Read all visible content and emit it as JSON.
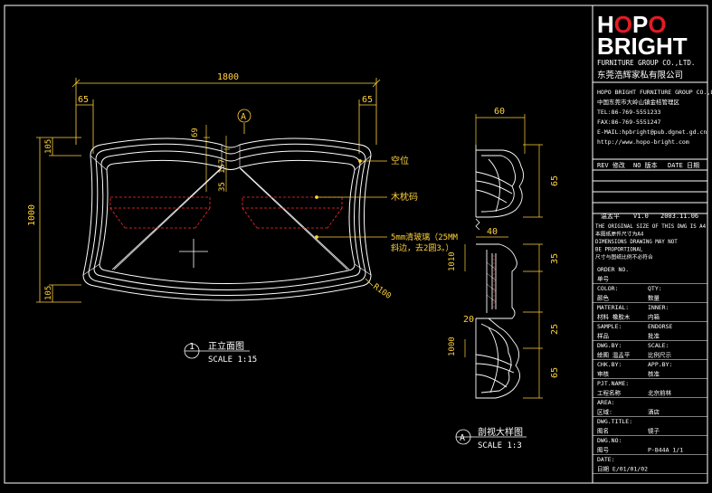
{
  "brand": {
    "logo_line1": "HOPO",
    "logo_line2": "BRIGHT",
    "company_en": "FURNITURE GROUP CO.,LTD.",
    "company_cn": "东莞浩辉家私有限公司",
    "info_lines": [
      "HOPO BRIGHT FURNITURE GROUP CO.,LTD.",
      "中国东莞市大岭山镇金桔管理区",
      "TEL:86-769-5551233",
      "FAX:86-769-5551247",
      "E-MAIL:hpbright@pub.dgnet.gd.cn",
      "http://www.hopo-bright.com"
    ]
  },
  "title_block": {
    "rev_header": [
      "REV 修改",
      "NO 版本",
      "DATE 日期"
    ],
    "rev_row": [
      "温孟平",
      "V1.0",
      "2003.11.06"
    ],
    "notes": [
      "THE ORIGINAL SIZE OF THIS DWG IS A4",
      "本图纸原件尺寸为A4",
      "DIMENSIONS DRAWING MAY NOT",
      "BE PROPORTIONAL",
      "尺寸与图纸比例不必符合"
    ],
    "fields": [
      {
        "label": "ORDER NO.",
        "value": ""
      },
      {
        "label": "单号",
        "value": ""
      },
      {
        "label": "COLOR:",
        "value": "QTY:"
      },
      {
        "label": "颜色",
        "value": "数量"
      },
      {
        "label": "MATERIAL:",
        "value": "INNER:"
      },
      {
        "label": "材料 橡胶木",
        "value": "内箱"
      },
      {
        "label": "SAMPLE:",
        "value": "ENDORSE"
      },
      {
        "label": "样品",
        "value": "批准"
      },
      {
        "label": "DWG.BY:",
        "value": "SCALE:"
      },
      {
        "label": "绘图 温孟平",
        "value": "比例尺示"
      },
      {
        "label": "CHK.BY:",
        "value": "APP.BY:"
      },
      {
        "label": "审核",
        "value": "核准"
      },
      {
        "label": "PJT.NAME:",
        "value": ""
      },
      {
        "label": "工程名称",
        "value": "北京前林"
      },
      {
        "label": "AREA:",
        "value": ""
      },
      {
        "label": "区域:",
        "value": "酒店"
      },
      {
        "label": "DWG.TITLE:",
        "value": ""
      },
      {
        "label": "图名",
        "value": "镜子"
      },
      {
        "label": "DWG.NO:",
        "value": ""
      },
      {
        "label": "图号",
        "value": "P-B44A     1/1"
      },
      {
        "label": "DATE:",
        "value": ""
      },
      {
        "label": "日期 E/01/01/02",
        "value": ""
      }
    ]
  },
  "front_view": {
    "dim_width": "1800",
    "dim_left": "65",
    "dim_right": "65",
    "dim_height": "1000",
    "dim_top_left": "105",
    "dim_bottom_left": "105",
    "dim_center_a": "69",
    "dim_center_b": "157",
    "dim_center_c": "35",
    "radius_label": "R100",
    "section_marker": "A",
    "callouts": [
      "空位",
      "木枕码",
      "5mm清玻璃（25MM",
      "斜边，去2圆3。）"
    ],
    "view_number": "1",
    "view_title": "正立面图",
    "view_scale": "SCALE 1:15"
  },
  "section_view": {
    "dim_top": "60",
    "dim_65_top": "65",
    "dim_40": "40",
    "dim_35": "35",
    "dim_25": "25",
    "dim_20": "20",
    "dim_65_bot": "65",
    "dim_1010": "1010",
    "dim_1000": "1000",
    "view_letter": "A",
    "view_title": "剖视大样图",
    "view_scale": "SCALE 1:3"
  },
  "colors": {
    "background": "#000000",
    "line": "#ffffff",
    "dimension": "#ffd23a",
    "hidden": "#ff2a2a",
    "callout": "#ffd23a",
    "logo_o": "#e31b23"
  }
}
